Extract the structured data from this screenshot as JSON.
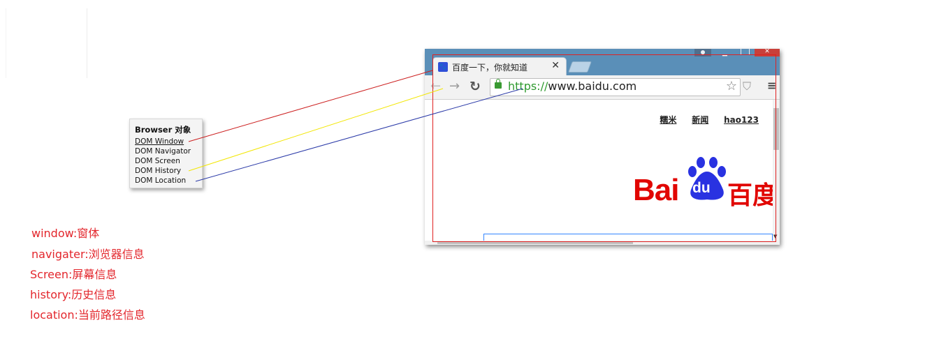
{
  "browser_object": {
    "title": "Browser 对象",
    "items": [
      "DOM Window",
      "DOM Navigator",
      "DOM Screen",
      "DOM History",
      "DOM Location"
    ]
  },
  "legend": [
    "window:窗体",
    "navigater:浏览器信息",
    "Screen:屏幕信息",
    "history:历史信息",
    "location:当前路径信息"
  ],
  "browser": {
    "tab_title": "百度一下，你就知道",
    "tab_close": "✕",
    "url_scheme": "https://",
    "url_host": "www.baidu.com",
    "toplinks": [
      "糯米",
      "新闻",
      "hao123"
    ],
    "logo_latin": "Bai",
    "logo_du": "du",
    "logo_cn": "百度"
  },
  "colors": {
    "legend_red": "#e3262c",
    "line_window": "#cc1e1e",
    "line_history": "#f2e600",
    "line_location": "#2b3aa8",
    "titlebar": "#5a8fb8",
    "baidu_red": "#e10602",
    "baidu_blue": "#2932e1"
  },
  "icons": [
    "back-arrow-icon",
    "forward-arrow-icon",
    "reload-icon",
    "lock-icon",
    "star-icon",
    "shield-icon",
    "menu-icon",
    "baidu-paw-icon"
  ]
}
